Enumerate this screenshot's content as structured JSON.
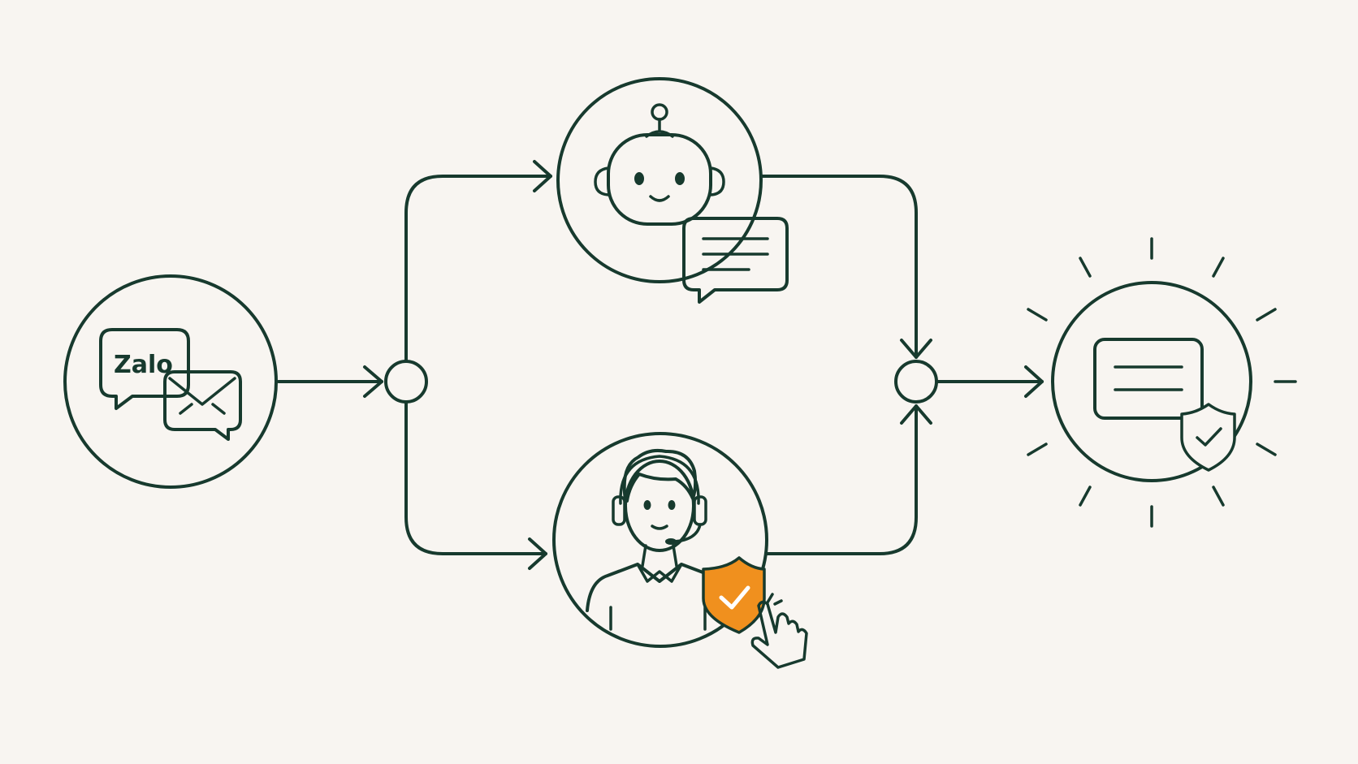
{
  "colors": {
    "background": "#f8f5f1",
    "line": "#173a2e",
    "accent": "#f0901e"
  },
  "nodes": [
    {
      "id": "input",
      "icon": "zalo-and-email-chat-icon",
      "label": "Zalo"
    },
    {
      "id": "ai",
      "icon": "robot-chat-icon"
    },
    {
      "id": "human",
      "icon": "support-agent-approve-icon"
    },
    {
      "id": "output",
      "icon": "verified-message-icon"
    }
  ]
}
